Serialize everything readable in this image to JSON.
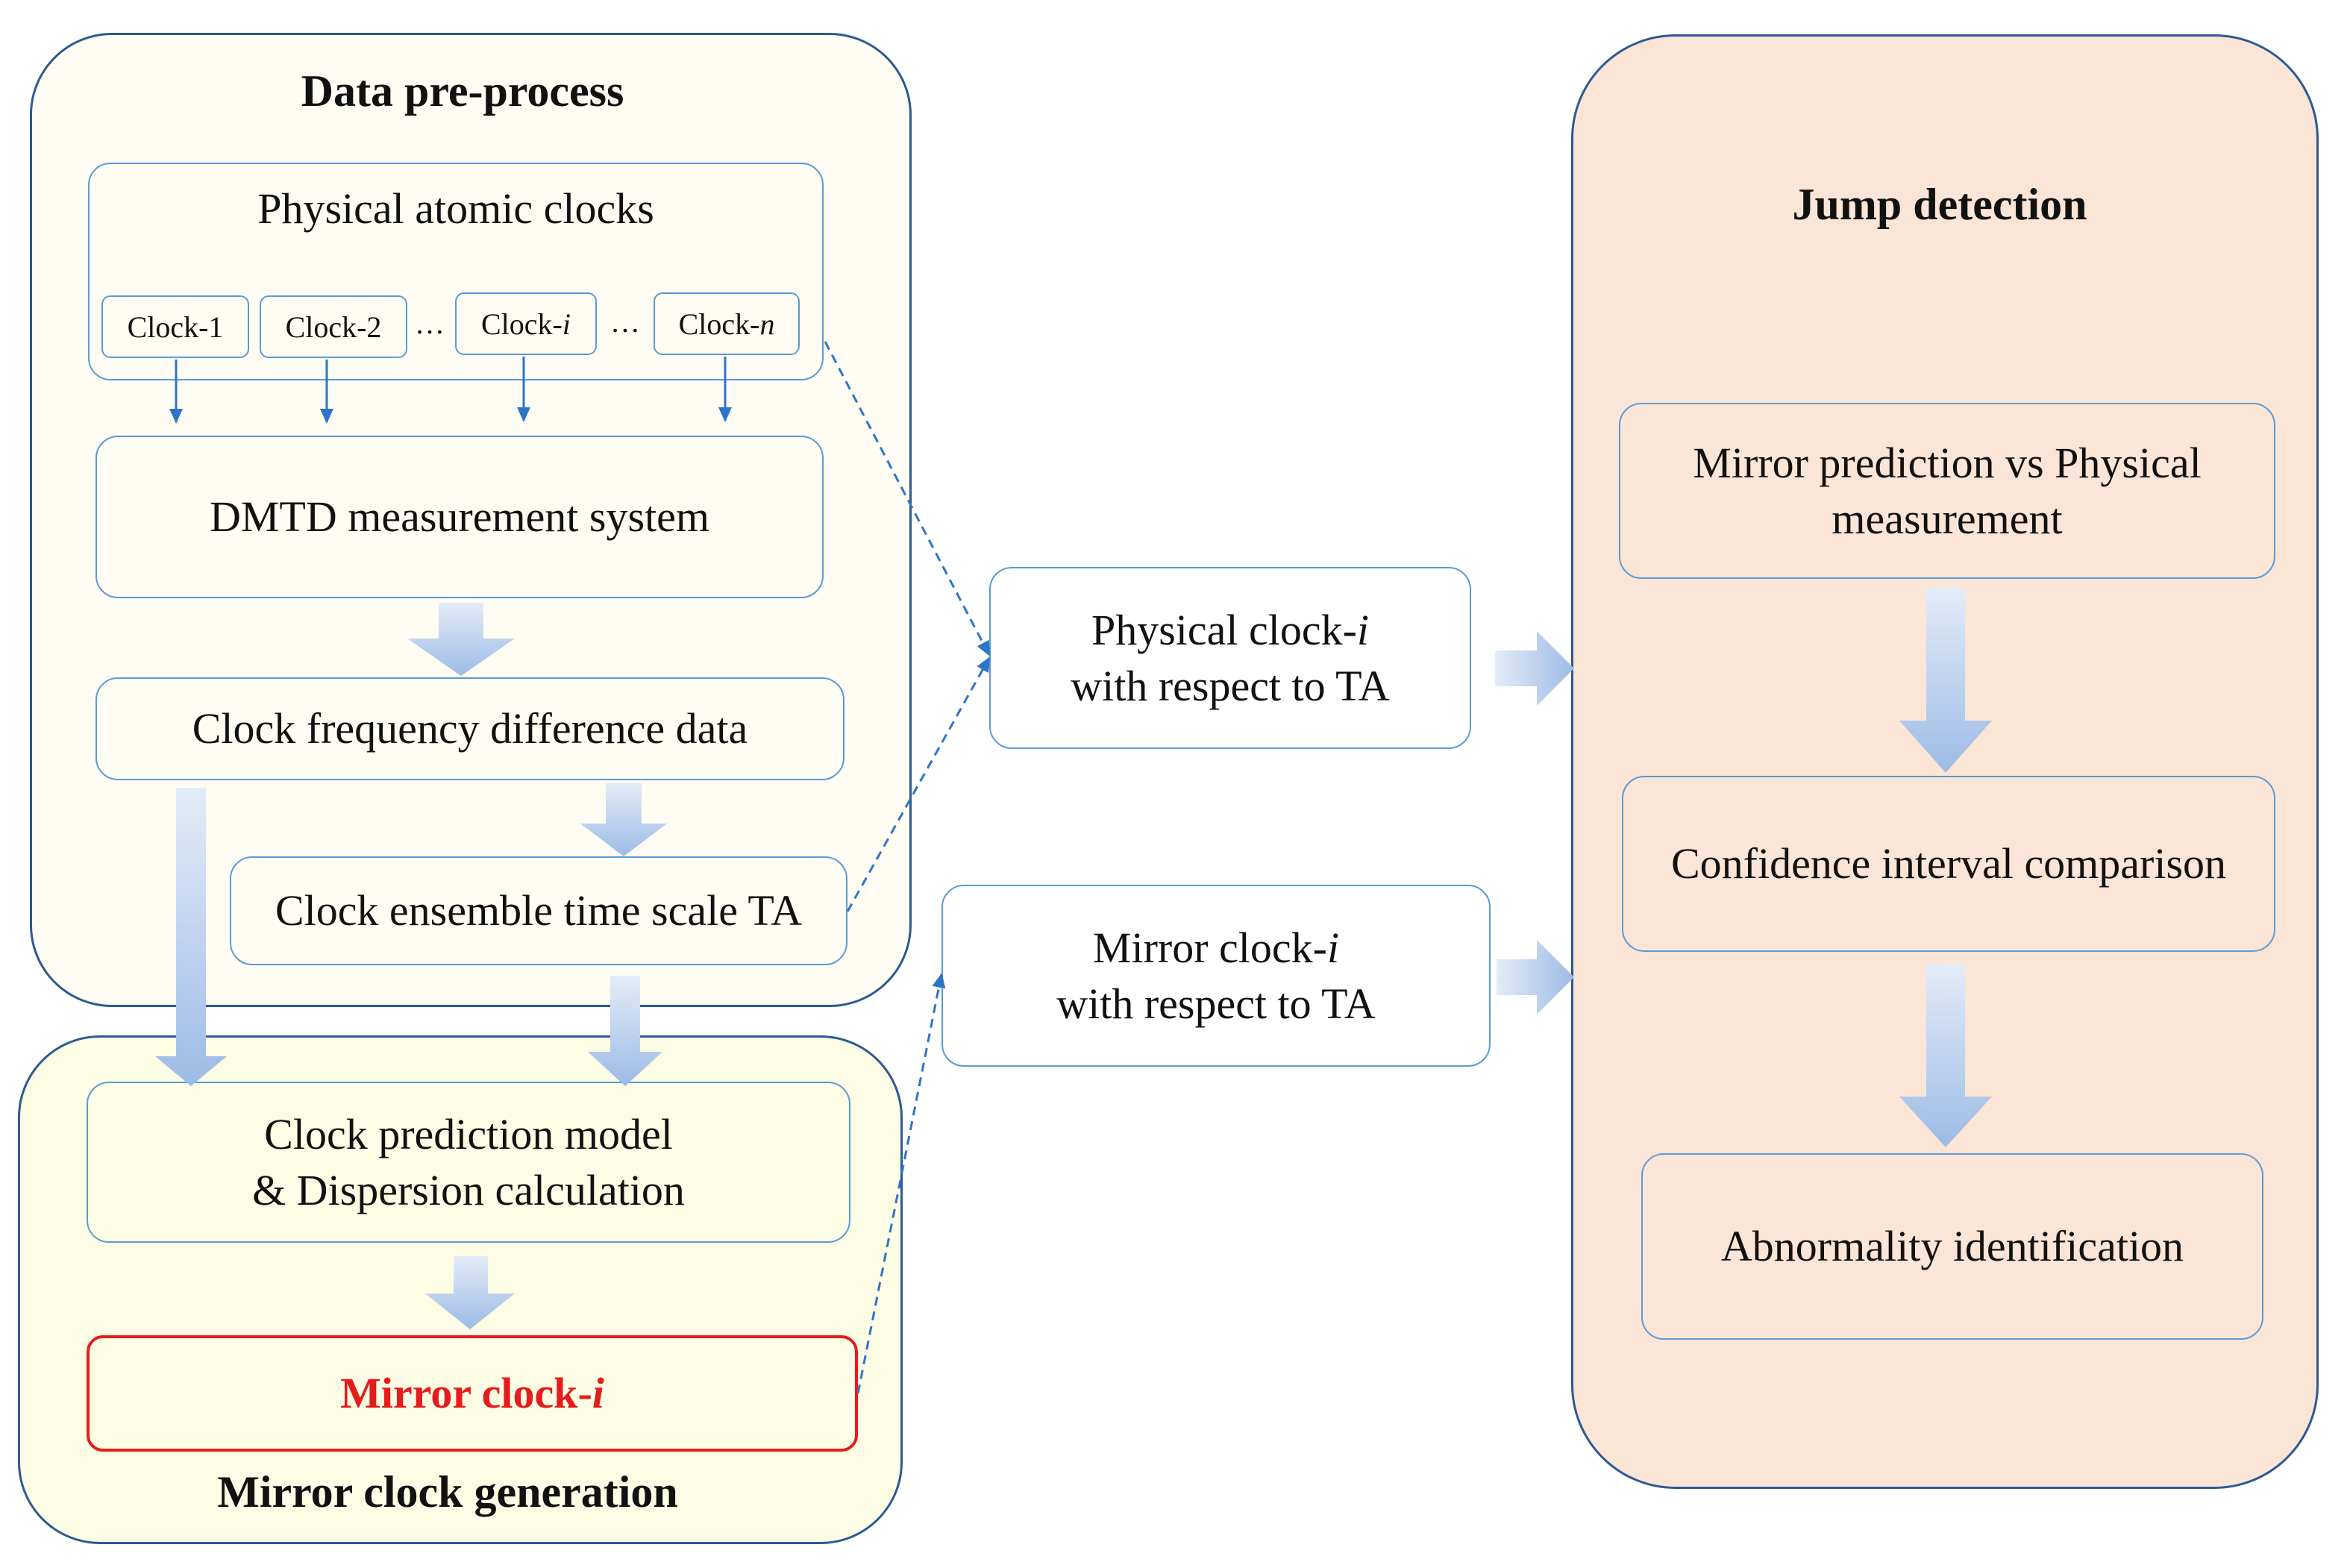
{
  "groups": {
    "preprocess_title": "Data pre-process",
    "mirror_title": "Mirror clock generation",
    "jump_title": "Jump detection"
  },
  "clocks": {
    "panel_title": "Physical atomic clocks",
    "items": [
      "Clock-1",
      "Clock-2",
      "Clock-",
      "Clock-"
    ],
    "item_suffix": [
      "",
      "",
      "i",
      "n"
    ],
    "ellipsis": "…"
  },
  "preprocess": {
    "dmtd": "DMTD measurement system",
    "freq_diff": "Clock frequency difference data",
    "ensemble": "Clock ensemble time scale TA"
  },
  "mirror": {
    "prediction_line1": "Clock prediction model",
    "prediction_line2": "& Dispersion calculation",
    "mirror_clock": "Mirror clock-",
    "mirror_clock_var": "i"
  },
  "middle": {
    "physical_line1": "Physical clock-",
    "physical_var": "i",
    "physical_line2": "with respect to TA",
    "mirror_line1": "Mirror clock-",
    "mirror_var": "i",
    "mirror_line2": "with respect to TA"
  },
  "jump": {
    "compare_line1": "Mirror prediction vs Physical",
    "compare_line2": "measurement",
    "confidence": "Confidence interval comparison",
    "abnormality": "Abnormality identification"
  },
  "colors": {
    "group_border": "#2c5a92",
    "box_border": "#5b9bd5",
    "arrow_blue": "#2e75c8",
    "highlight_red": "#e41c1c",
    "preprocess_fill": "#fefcf3",
    "mirror_fill": "#fdfce4",
    "jump_fill": "#fbe5d6"
  }
}
